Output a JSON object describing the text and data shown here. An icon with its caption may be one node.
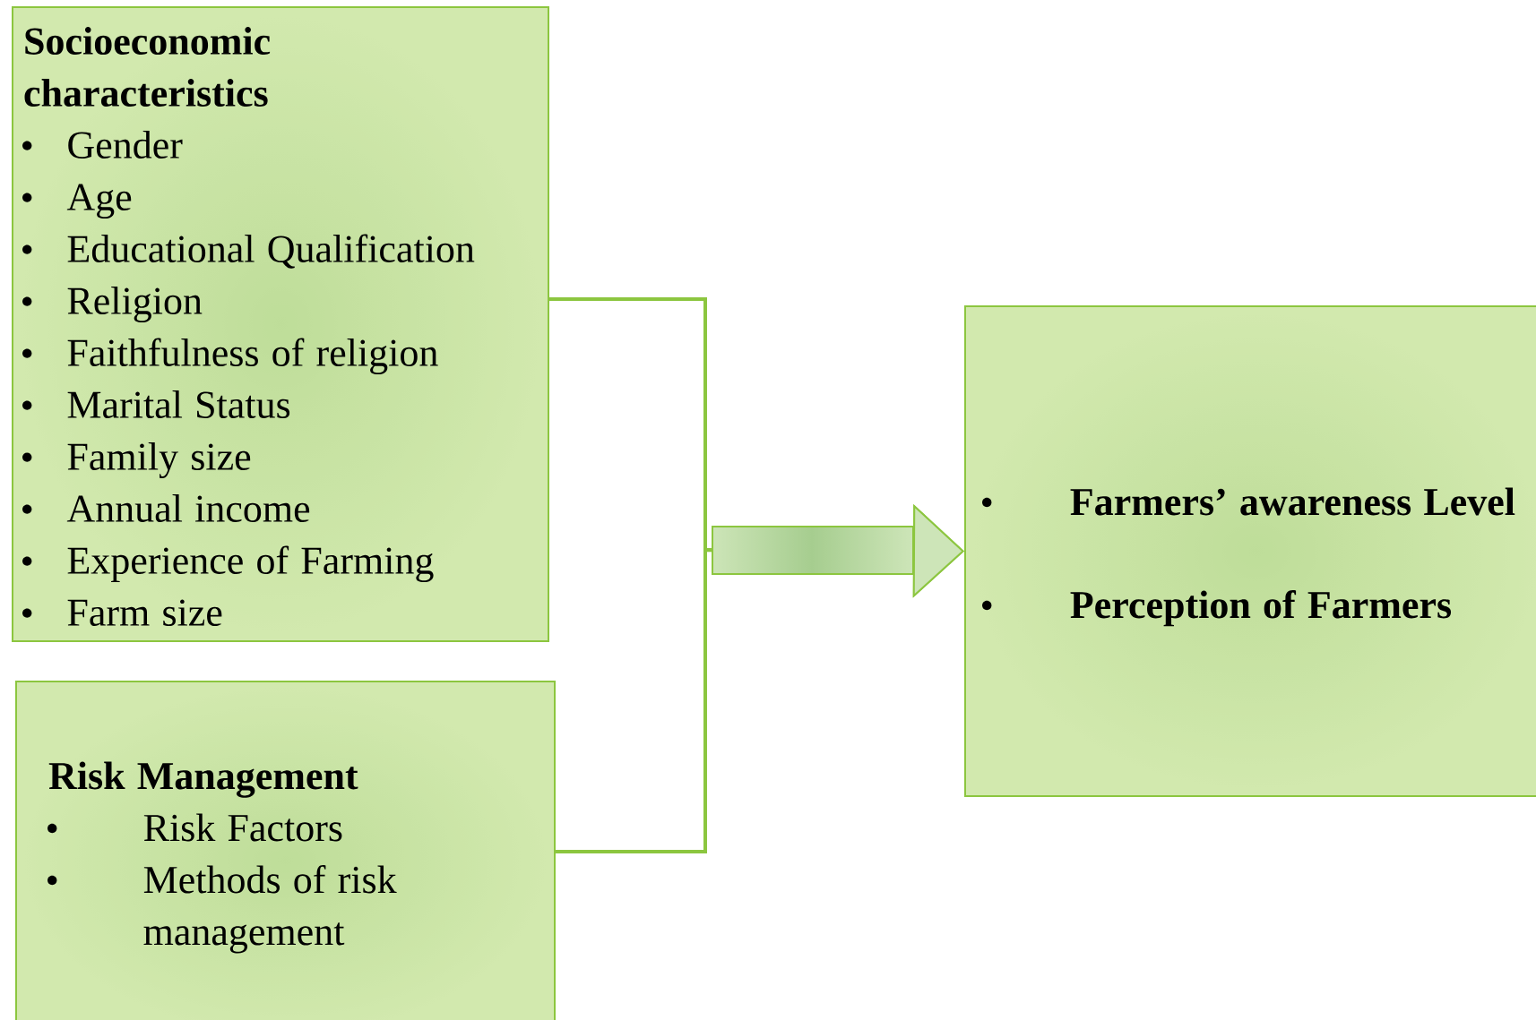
{
  "diagram": {
    "nodes": [
      {
        "text": [
          "Socioeconomic characteristics",
          "Gender",
          "Age",
          "Educational Qualification",
          "Religion",
          "Faithfulness of religion",
          "Marital Status",
          "Family size",
          "Annual income",
          "Experience of Farming",
          "Farm size"
        ]
      },
      {
        "text": [
          "Risk Management",
          "Risk Factors",
          "Methods of risk management"
        ]
      },
      {
        "text": [
          "Farmers’ awareness Level",
          "Perception of Farmers"
        ]
      }
    ],
    "edges": [
      {
        "from": 0,
        "to": 2,
        "arrow": "to"
      },
      {
        "from": 1,
        "to": 2,
        "arrow": "to"
      }
    ]
  }
}
